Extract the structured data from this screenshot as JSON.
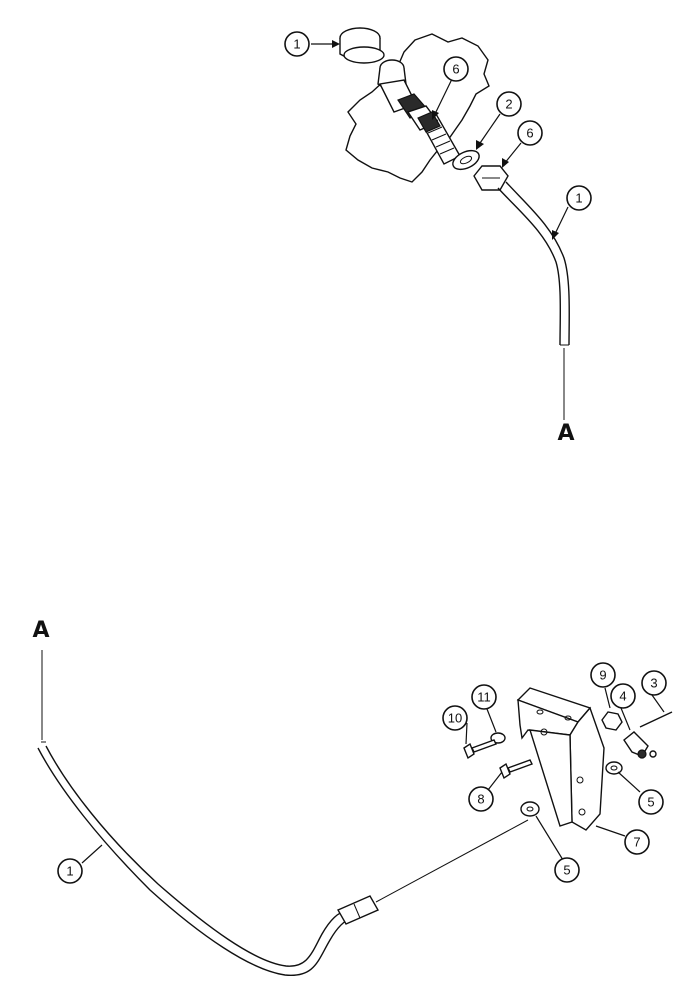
{
  "callouts": {
    "c1_top": "1",
    "c6_top": "6",
    "c2_top": "2",
    "c6_mid": "6",
    "c1_mid": "1",
    "c9": "9",
    "c4": "4",
    "c3": "3",
    "c11": "11",
    "c10": "10",
    "c8": "8",
    "c5_right": "5",
    "c5_bottom": "5",
    "c7": "7",
    "c1_bottom": "1"
  },
  "markers": {
    "a_top": "A",
    "a_bottom": "A"
  }
}
